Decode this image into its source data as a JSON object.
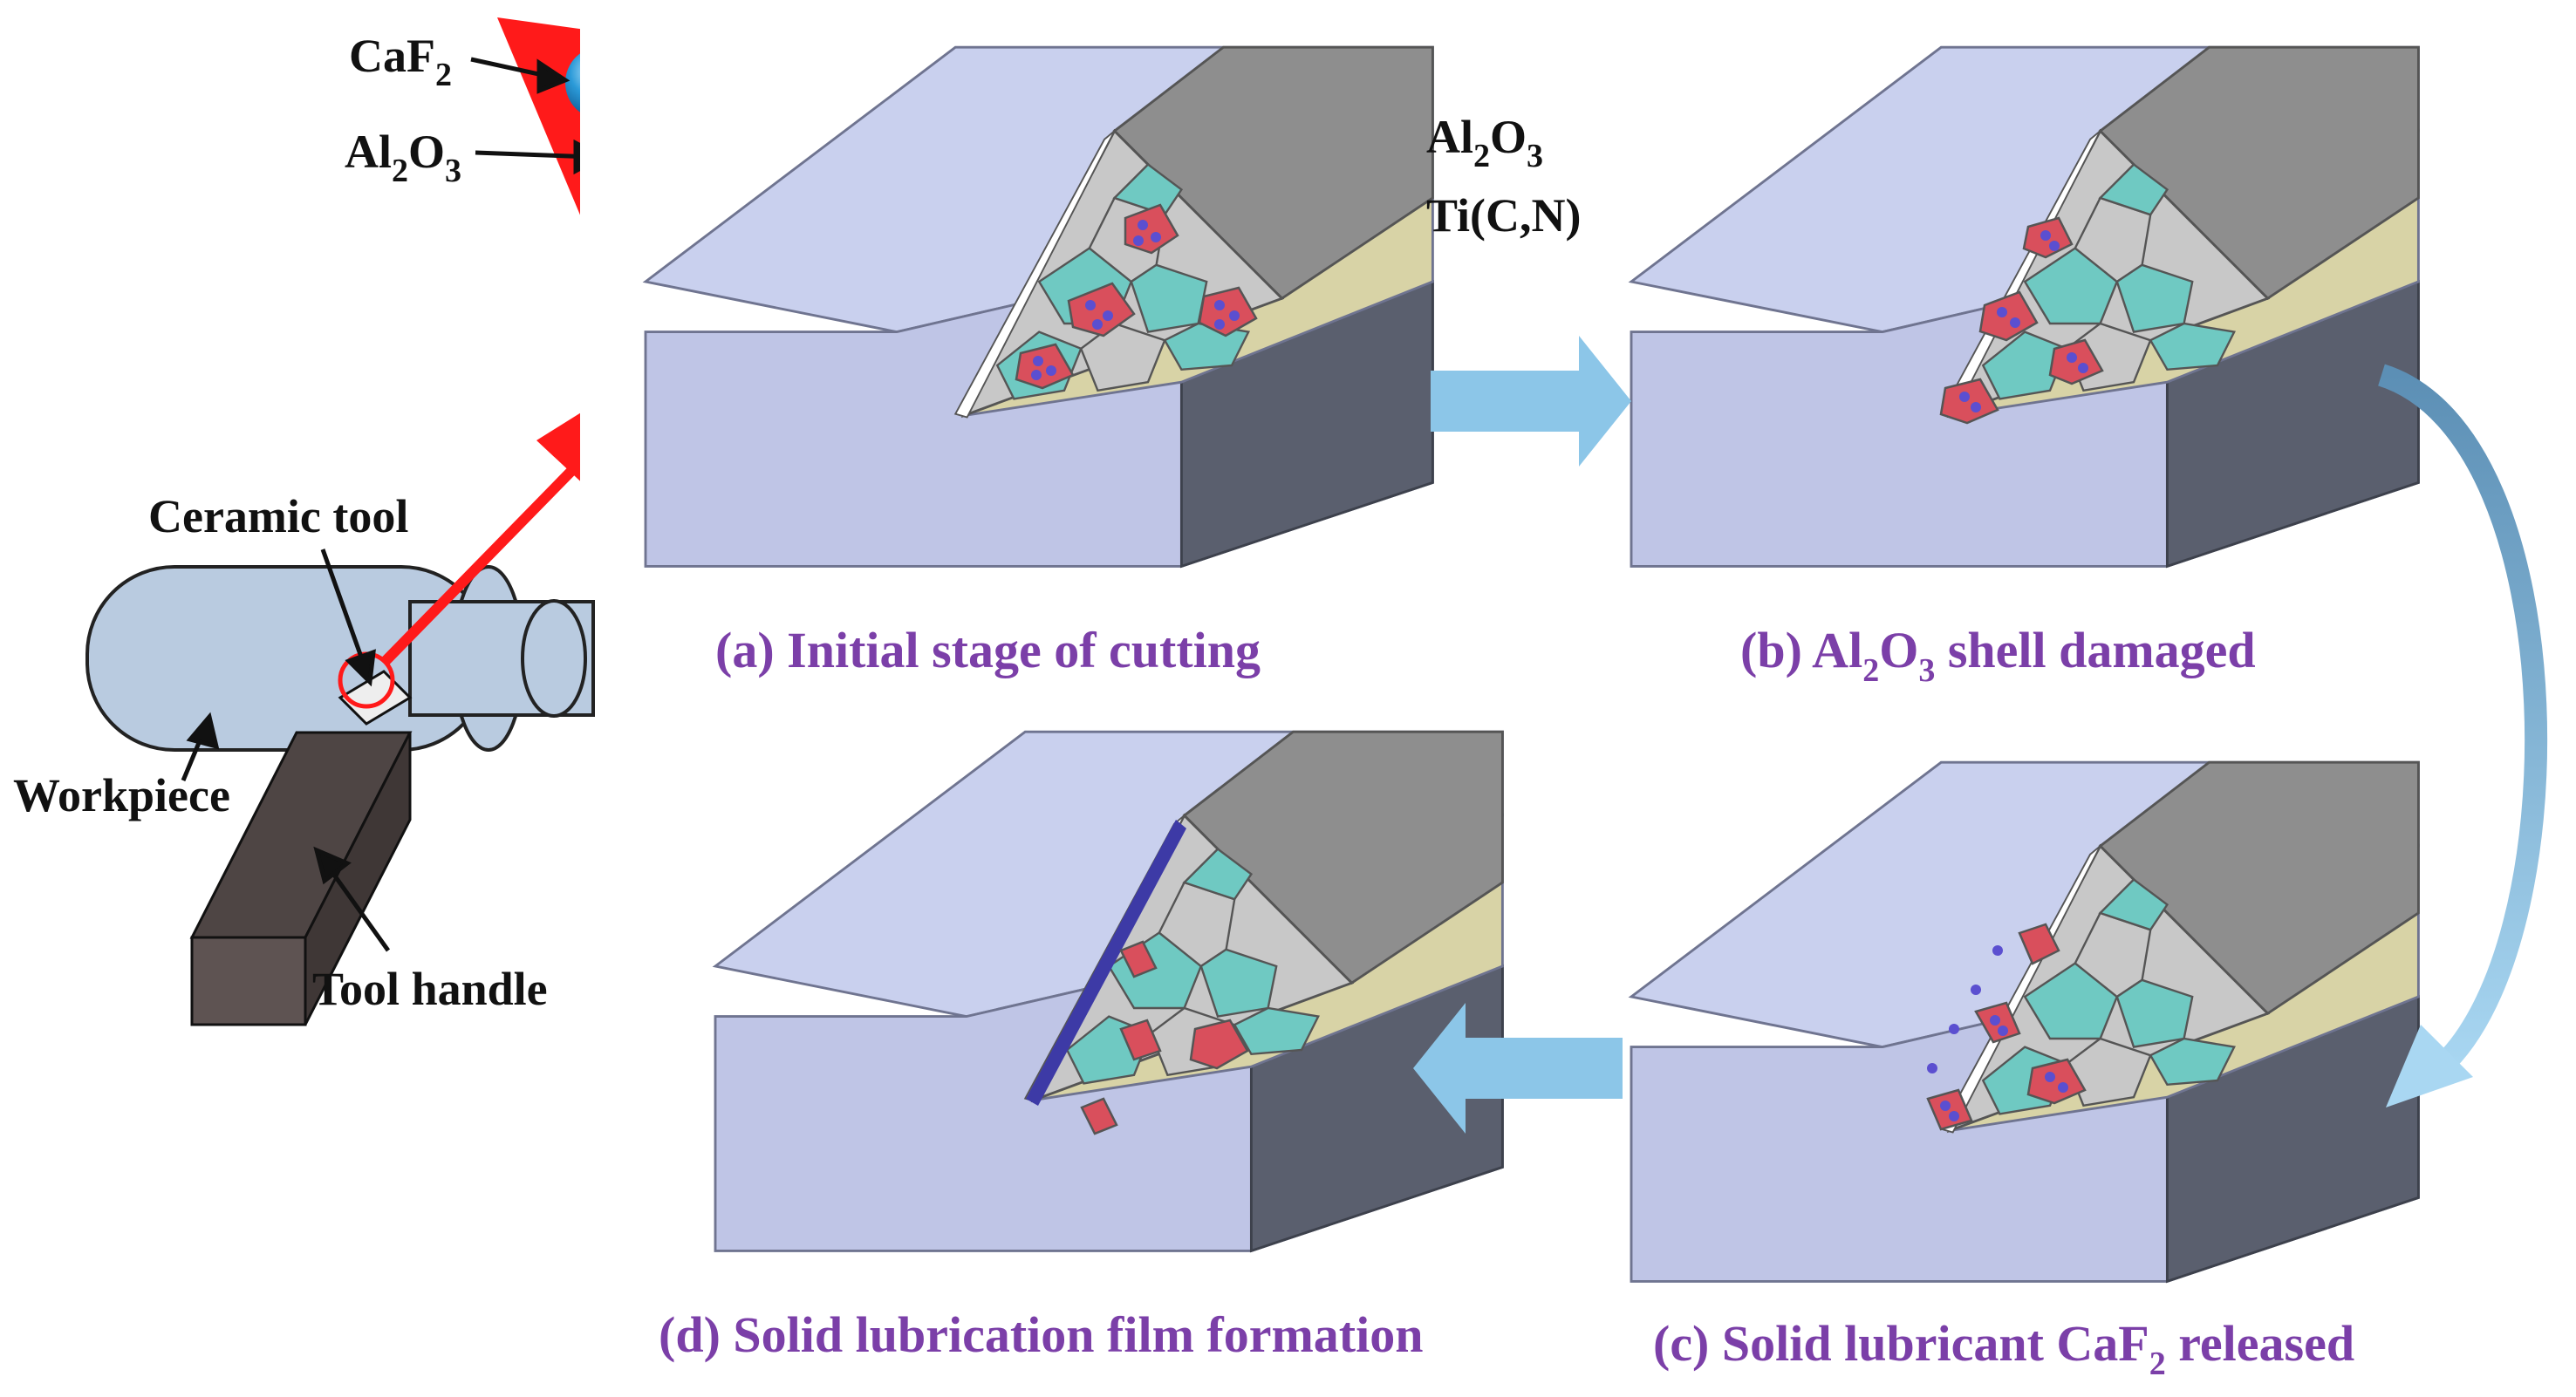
{
  "colors": {
    "block_top": "#c9d0ee",
    "block_front": "#bfc5e6",
    "block_side": "#5a5f6e",
    "wedge_dark": "#8e8e8e",
    "wedge_light": "#c8c8c8",
    "grain_teal": "#6fc9c2",
    "grain_red": "#d94f5c",
    "flank_khaki": "#d8d3a6",
    "caption_purple": "#7b3fa8",
    "arrow_blue": "#8cc6e8",
    "arrow_red": "#ff1a1a",
    "tool_handle": "#5e5352",
    "workpiece": "#b9cbe0",
    "lub_film": "#3d3aa6"
  },
  "labels": {
    "caf2": {
      "main": "CaF",
      "sub": "2"
    },
    "al2o3_left": {
      "a": "Al",
      "s1": "2",
      "b": "O",
      "s2": "3"
    },
    "al2o3_right": {
      "a": "Al",
      "s1": "2",
      "b": "O",
      "s2": "3"
    },
    "ticn": "Ti(C,N)",
    "ceramic_tool": "Ceramic tool",
    "workpiece": "Workpiece",
    "tool_handle": "Tool handle"
  },
  "captions": {
    "a": "(a) Initial stage of cutting",
    "b": {
      "pre": "(b) Al",
      "s1": "2",
      "mid": "O",
      "s2": "3",
      "post": " shell damaged"
    },
    "c": {
      "pre": "(c) Solid lubricant CaF",
      "s1": "2",
      "post": " released"
    },
    "d": "(d) Solid lubrication film formation"
  }
}
